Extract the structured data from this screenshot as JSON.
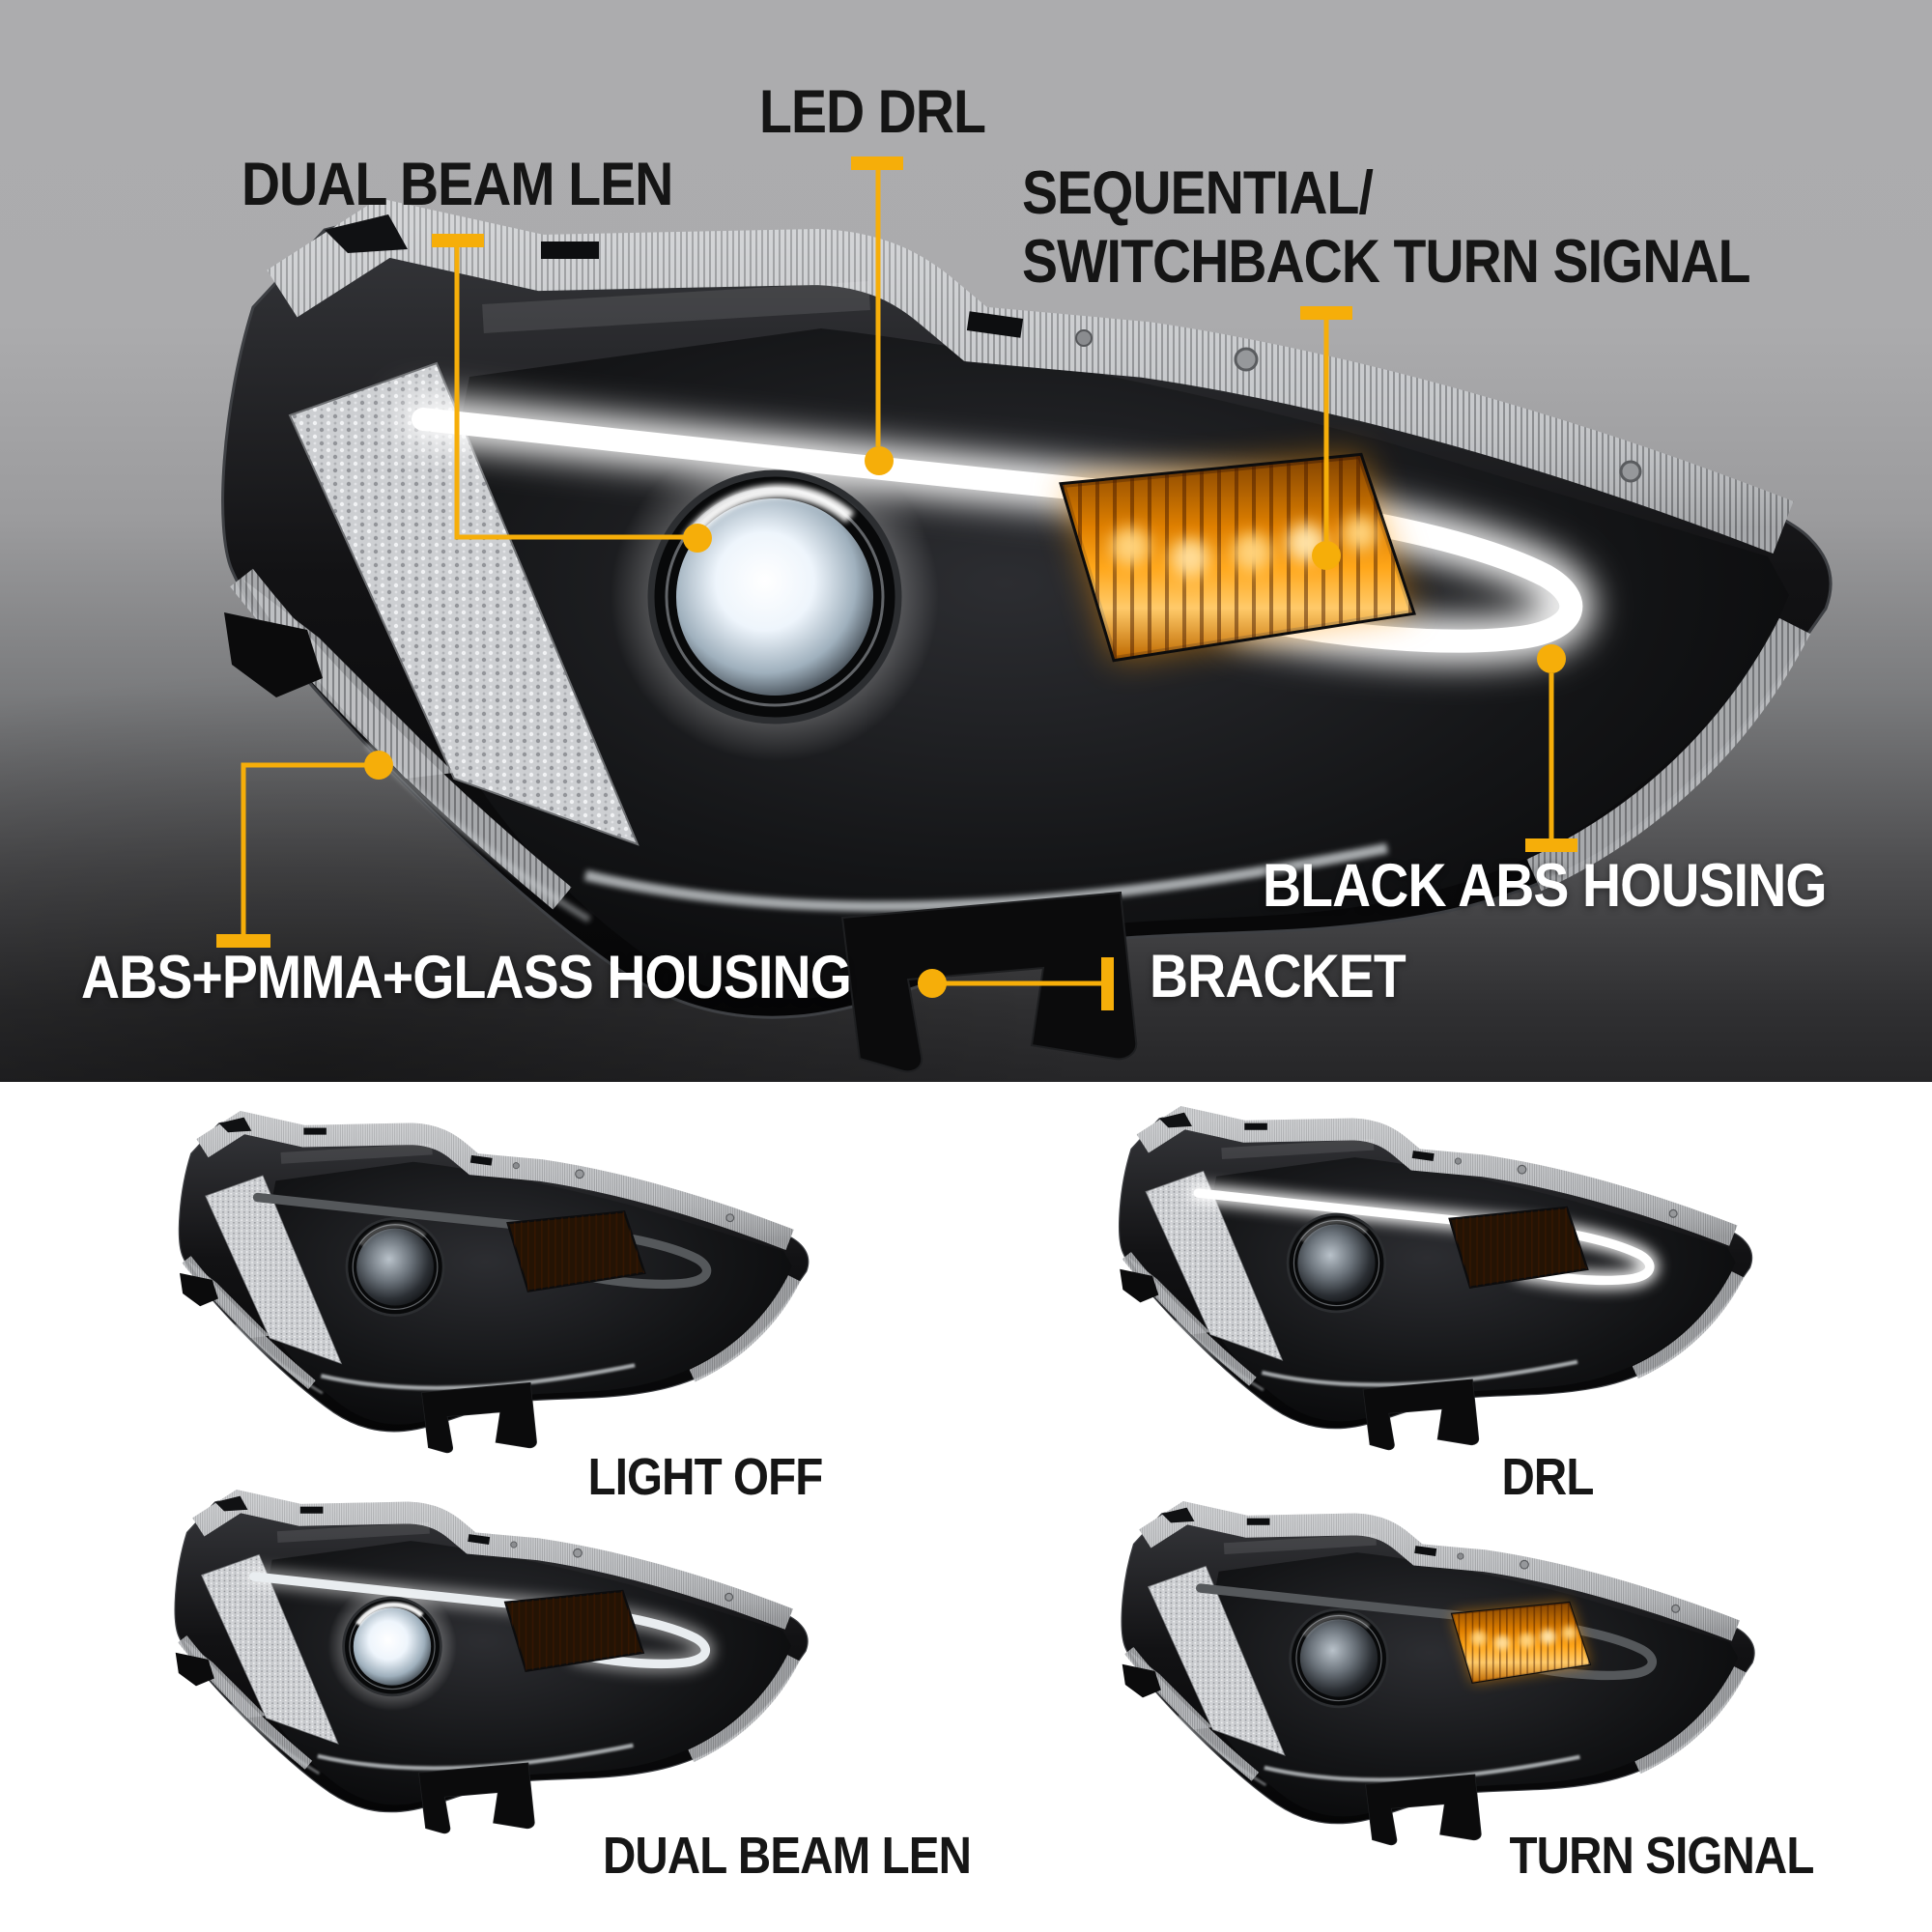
{
  "hero": {
    "callouts": [
      {
        "id": "dual-beam-len",
        "label": "DUAL BEAM LEN"
      },
      {
        "id": "led-drl",
        "label": "LED DRL"
      },
      {
        "id": "sequential-switchback-turn-signal",
        "label_line1": "SEQUENTIAL/",
        "label_line2": "SWITCHBACK TURN SIGNAL"
      },
      {
        "id": "black-abs-housing",
        "label": "BLACK ABS HOUSING"
      },
      {
        "id": "abs-pmma-glass-housing",
        "label": "ABS+PMMA+GLASS HOUSING"
      },
      {
        "id": "bracket",
        "label": "BRACKET"
      }
    ]
  },
  "gallery": {
    "variants": [
      {
        "id": "light-off",
        "caption": "LIGHT OFF"
      },
      {
        "id": "drl",
        "caption": "DRL"
      },
      {
        "id": "dual-beam-len",
        "caption": "DUAL BEAM LEN"
      },
      {
        "id": "turn-signal",
        "caption": "TURN SIGNAL"
      }
    ]
  },
  "colors": {
    "callout_accent": "#F6AE09",
    "hero_background_top": "#ACACAE",
    "hero_background_bottom": "#262628",
    "gallery_background": "#FFFFFF",
    "label_dark": "#151515",
    "label_light": "#FFFFFF",
    "turn_signal_amber": "#FF9D00",
    "drl_white": "#FFFFFF"
  }
}
